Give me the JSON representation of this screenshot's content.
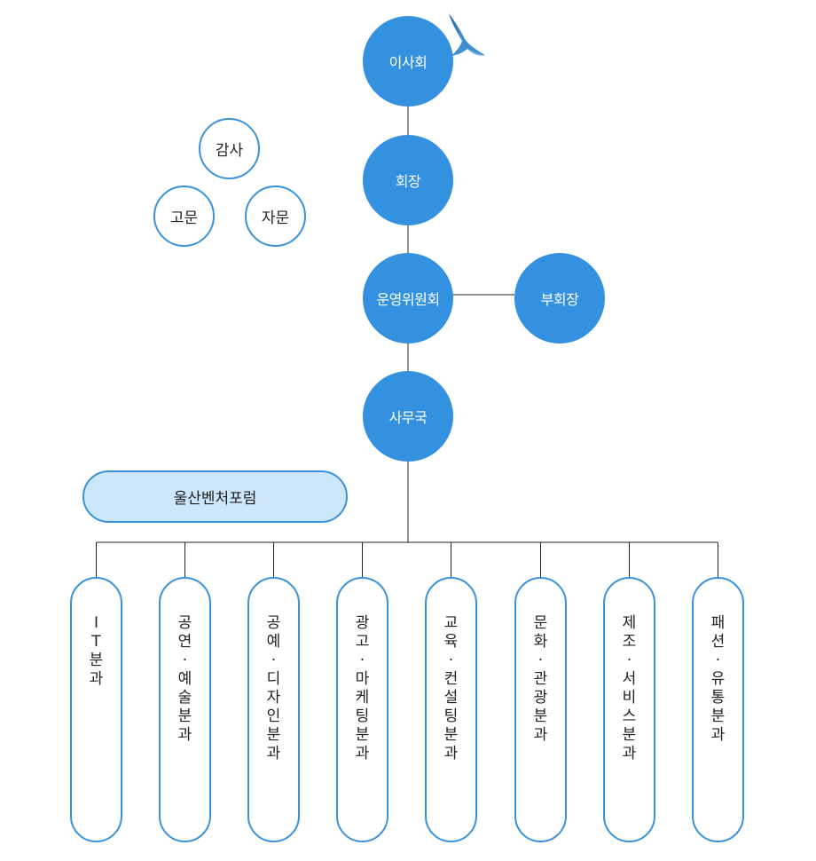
{
  "board": "이사회",
  "chairman": "회장",
  "steering_committee": "운영위원회",
  "vice_chairman": "부회장",
  "secretariat": "사무국",
  "advisors": {
    "audit": "감사",
    "adviser": "고문",
    "consultant": "자문"
  },
  "forum": "울산벤처포럼",
  "branches": [
    "IT분과",
    "공연·예술분과",
    "공예·디자인분과",
    "광고·마케팅분과",
    "교육·컨설팅분과",
    "문화·관광분과",
    "제조·서비스분과",
    "패션·유통분과"
  ],
  "colors": {
    "node": "#3491df",
    "outline": "#3a92dc",
    "forum_fill": "#cce6fb",
    "line": "#222222"
  }
}
